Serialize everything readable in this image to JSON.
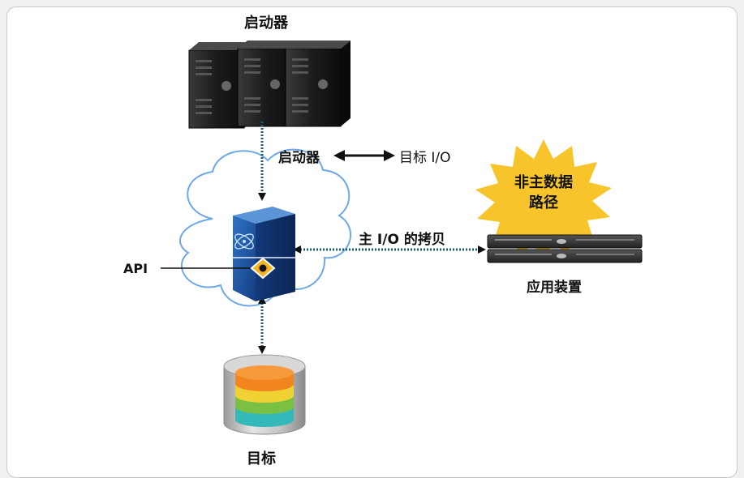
{
  "labels": {
    "initiator": "启动器",
    "initiator_short": "启动器",
    "target_io": "目标 I/O",
    "api": "API",
    "copy_of_primary_io": "主 I/O 的拷贝",
    "non_primary_line1": "非主数据",
    "non_primary_line2": "路径",
    "application_appliance": "应用装置",
    "target": "目标"
  },
  "icons": {
    "initiator_servers": "tower-server-icon",
    "cloud": "cloud-icon",
    "storage_node": "storage-controller-cube-icon",
    "api_connector": "api-diamond-connector-icon",
    "appliance": "rack-appliance-icon",
    "target_storage": "database-cylinder-icon",
    "burst": "starburst-highlight"
  },
  "colors": {
    "frame_border": "#c9c9c9",
    "dotted_link": "#1e5a6e",
    "cloud_outline": "#6fa8e6",
    "cube_blue": "#1a4f9e",
    "burst_yellow": "#f7c52b",
    "db_orange": "#f2851f",
    "db_yellow": "#f1d235",
    "db_green": "#7ac143",
    "db_teal": "#33b9b9"
  }
}
